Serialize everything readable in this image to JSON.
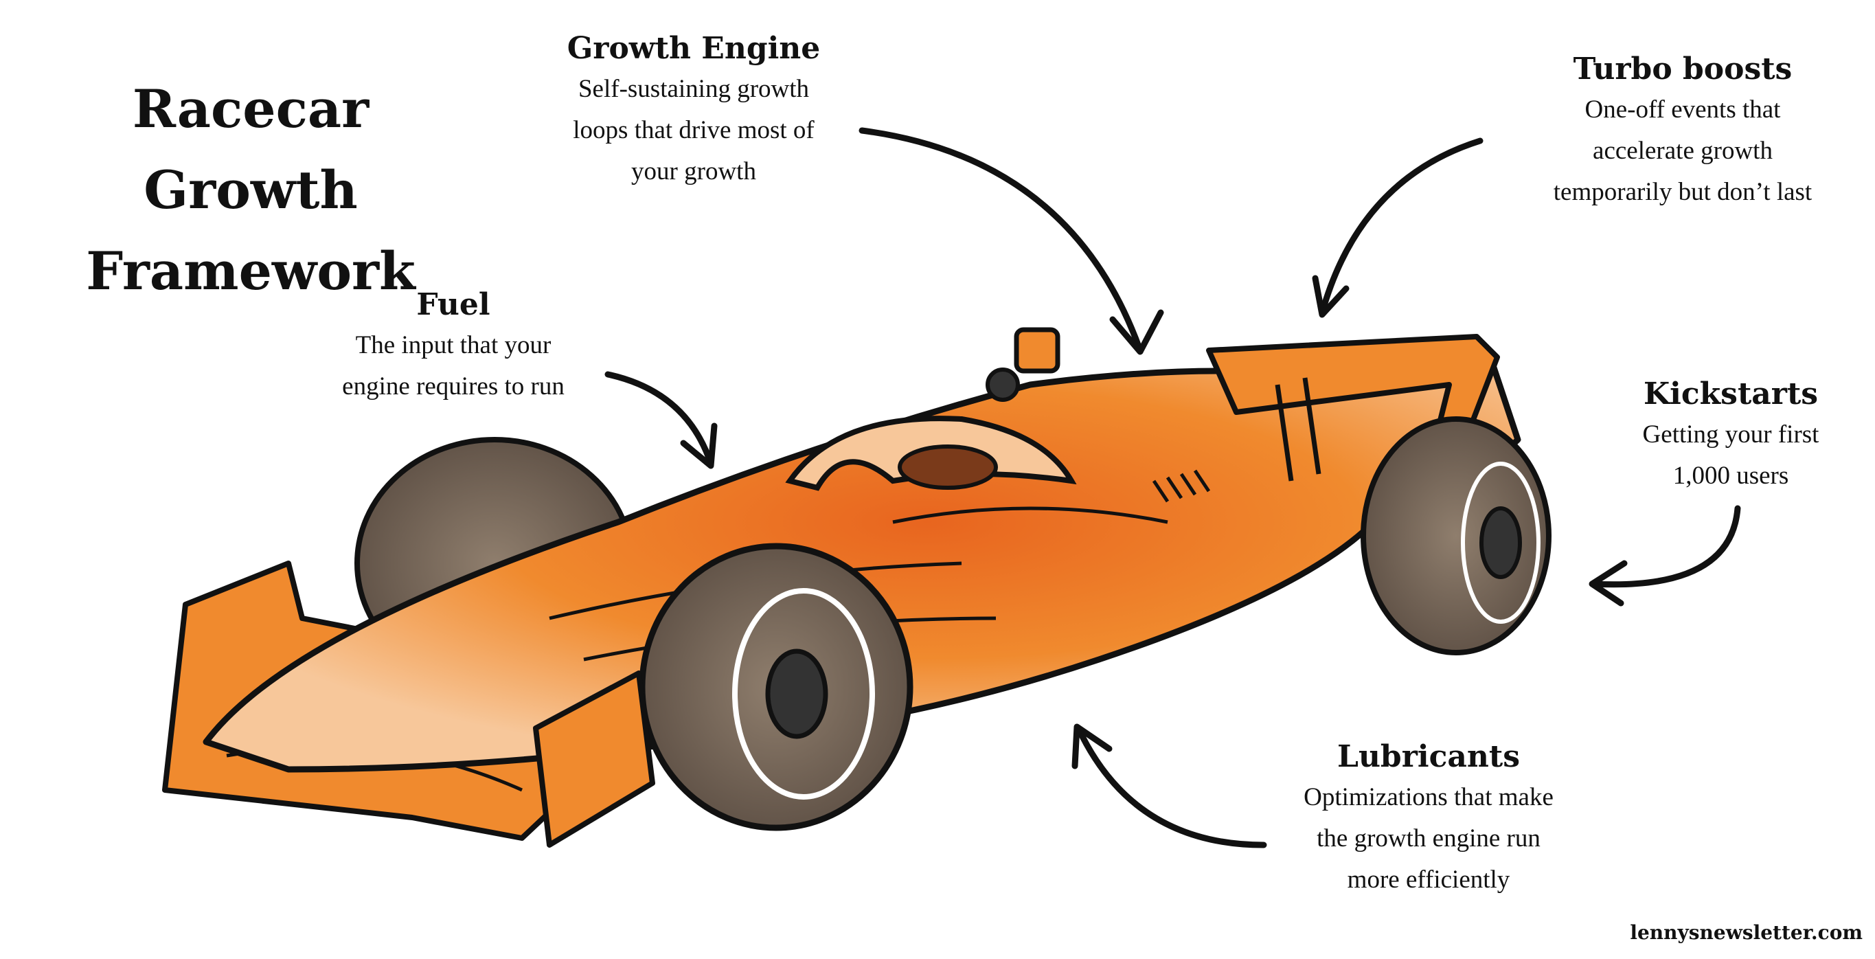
{
  "title": {
    "line1": "Racecar Growth",
    "line2": "Framework"
  },
  "labels": {
    "growth_engine": {
      "head": "Growth Engine",
      "desc1": "Self-sustaining growth",
      "desc2": "loops that drive most of",
      "desc3": "your growth"
    },
    "turbo_boosts": {
      "head": "Turbo boosts",
      "desc1": "One-off events that",
      "desc2": "accelerate growth",
      "desc3": "temporarily but don’t last"
    },
    "fuel": {
      "head": "Fuel",
      "desc1": "The input that your",
      "desc2": "engine requires to run"
    },
    "kickstarts": {
      "head": "Kickstarts",
      "desc1": "Getting your first",
      "desc2": "1,000 users"
    },
    "lubricants": {
      "head": "Lubricants",
      "desc1": "Optimizations that make",
      "desc2": "the growth engine run",
      "desc3": "more efficiently"
    }
  },
  "credit": "lennysnewsletter.com",
  "colors": {
    "orange": "#f08a2e",
    "orange_light": "#f7c79a",
    "orange_deep": "#e8651f",
    "tire": "#7a6a5c",
    "ink": "#111111"
  }
}
